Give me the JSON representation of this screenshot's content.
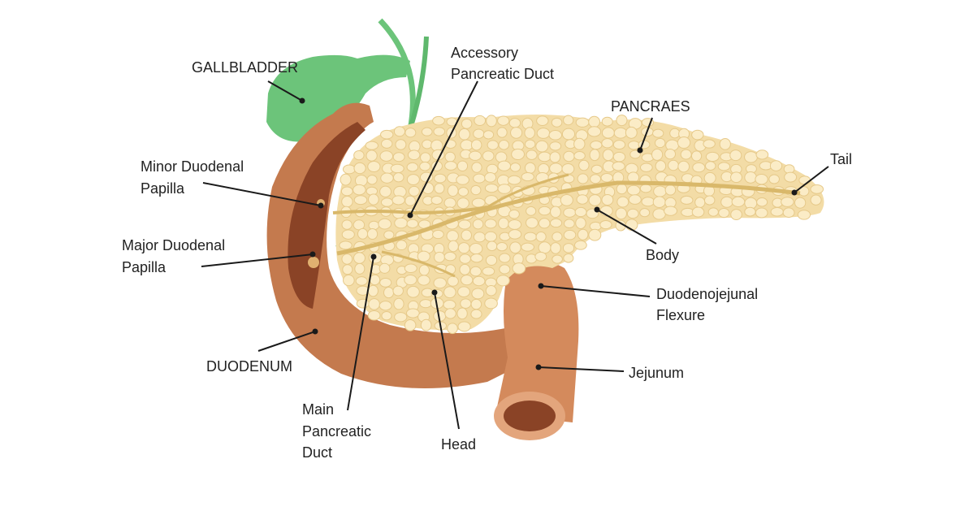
{
  "labels": {
    "gallbladder": "GALLBLADDER",
    "accessory_duct": [
      "Accessory",
      "Pancreatic Duct"
    ],
    "pancreas": "PANCRAES",
    "tail": "Tail",
    "minor_papilla": [
      "Minor Duodenal",
      "Papilla"
    ],
    "major_papilla": [
      "Major Duodenal",
      "Papilla"
    ],
    "body": "Body",
    "flexure": [
      "Duodenojejunal",
      "Flexure"
    ],
    "jejunum": "Jejunum",
    "duodenum": "DUODENUM",
    "main_duct": [
      "Main",
      "Pancreatic",
      "Duct"
    ],
    "head": "Head"
  },
  "colors": {
    "gallbladder": "#6cc47a",
    "duodenum": "#c47a4e",
    "duodenum_inner": "#8a4326",
    "pancreas": "#f3dca6",
    "lobule": "#fbecc6",
    "duct": "#d9b86a"
  }
}
